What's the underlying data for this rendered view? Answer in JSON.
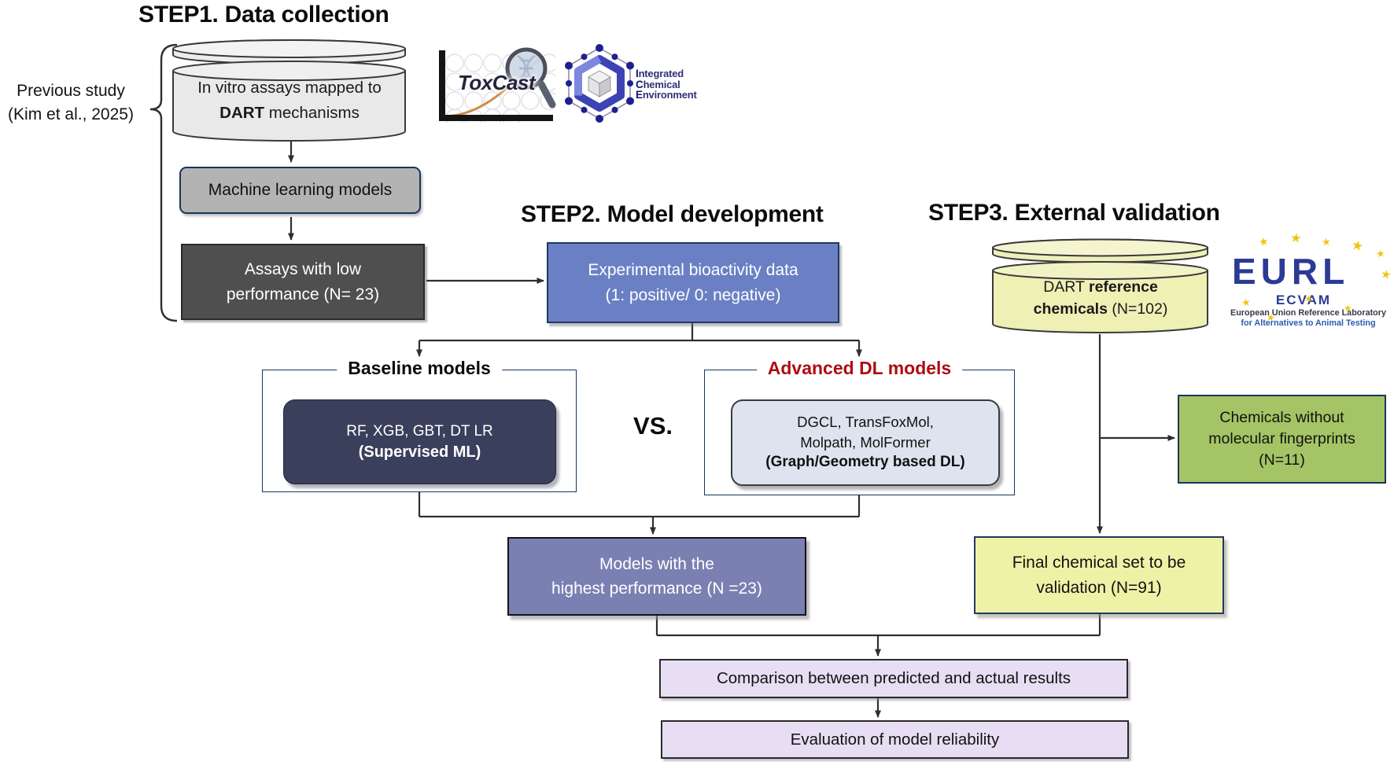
{
  "figure": {
    "step1_title": "STEP1. Data collection",
    "step2_title": "STEP2. Model development",
    "step3_title": "STEP3. External validation",
    "previous_study": {
      "line1": "Previous study",
      "line2": "(Kim et al., 2025)"
    },
    "invitro_cylinder": {
      "line1": "In vitro assays mapped to",
      "line2_bold": "DART",
      "line2_rest": " mechanisms"
    },
    "ml_box": {
      "label": "Machine learning models"
    },
    "assays_box": {
      "line1": "Assays with low",
      "line2": "performance (N= 23)"
    },
    "experimental_box": {
      "line1": "Experimental bioactivity data",
      "line2": "(1: positive/ 0: negative)"
    },
    "baseline": {
      "title": "Baseline models",
      "line1": "RF, XGB, GBT, DT LR",
      "line2": "(Supervised ML)"
    },
    "vs_label": "VS.",
    "advanced": {
      "title": "Advanced DL models",
      "line1": "DGCL, TransFoxMol,",
      "line2": "Molpath, MolFormer",
      "line3": "(Graph/Geometry based DL)"
    },
    "models_box": {
      "line1": "Models with the",
      "line2": "highest performance (N =23)"
    },
    "dart_cylinder": {
      "line1_pre": "DART ",
      "line1_bold": "reference",
      "line2_bold": "chemicals",
      "line2_rest": " (N=102)"
    },
    "green_box": {
      "line1": "Chemicals without",
      "line2": "molecular fingerprints",
      "line3": "(N=11)"
    },
    "final_box": {
      "line1": "Final chemical set to be",
      "line2": "validation (N=91)"
    },
    "comparison_box": {
      "label": "Comparison between predicted and actual results"
    },
    "evaluation_box": {
      "label": "Evaluation of model reliability"
    }
  },
  "logos": {
    "toxcast": {
      "text": "ToxCast"
    },
    "ice": {
      "line1_initial": "I",
      "line1_rest": "ntegrated",
      "line2_initial": "C",
      "line2_rest": "hemical",
      "line3_initial": "E",
      "line3_rest": "nvironment"
    },
    "eurl": {
      "title": "EURL",
      "subtitle": "ECVAM",
      "line1": "European Union Reference Laboratory",
      "line2": "for Alternatives to Animal Testing",
      "star_glyph": "★"
    }
  },
  "colors": {
    "experimental_box": "#6b80c4",
    "baseline_inner": "#3a3f5c",
    "advanced_inner": "#dde4f0",
    "advanced_title_red": "#ad0d14",
    "models_box_purple": "#7b80b2",
    "dart_cylinder_yellow": "#eef0b4",
    "final_box_yellow": "#eef2a6",
    "green_box": "#a5c465",
    "bottom_boxes_lavender": "#e7def3",
    "frame_border_navy": "#17365d",
    "eurl_blue": "#2b3a94",
    "star_yellow": "#f1c40f"
  }
}
